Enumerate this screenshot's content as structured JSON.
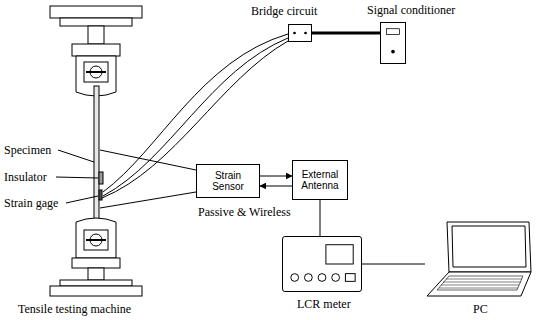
{
  "diagram": {
    "nodes": [
      {
        "text": [
          "Bridge circuit"
        ]
      },
      {
        "text": [
          "Signal conditioner"
        ]
      },
      {
        "text": [
          "Strain Sensor"
        ]
      },
      {
        "text": [
          "External Antenna"
        ]
      },
      {
        "text": [
          "LCR meter"
        ]
      },
      {
        "text": [
          "PC"
        ]
      }
    ],
    "edges": [
      {
        "from": 0,
        "to": 1,
        "arrow": "none"
      },
      {
        "from": 2,
        "to": 3,
        "arrow": "to"
      },
      {
        "from": 3,
        "to": 2,
        "arrow": "to"
      },
      {
        "from": 3,
        "to": 4,
        "arrow": "none"
      },
      {
        "from": 4,
        "to": 5,
        "arrow": "none"
      }
    ],
    "labels": [
      "Specimen",
      "Insulator",
      "Strain gage",
      "Passive & Wireless",
      "Tensile testing machine"
    ]
  }
}
